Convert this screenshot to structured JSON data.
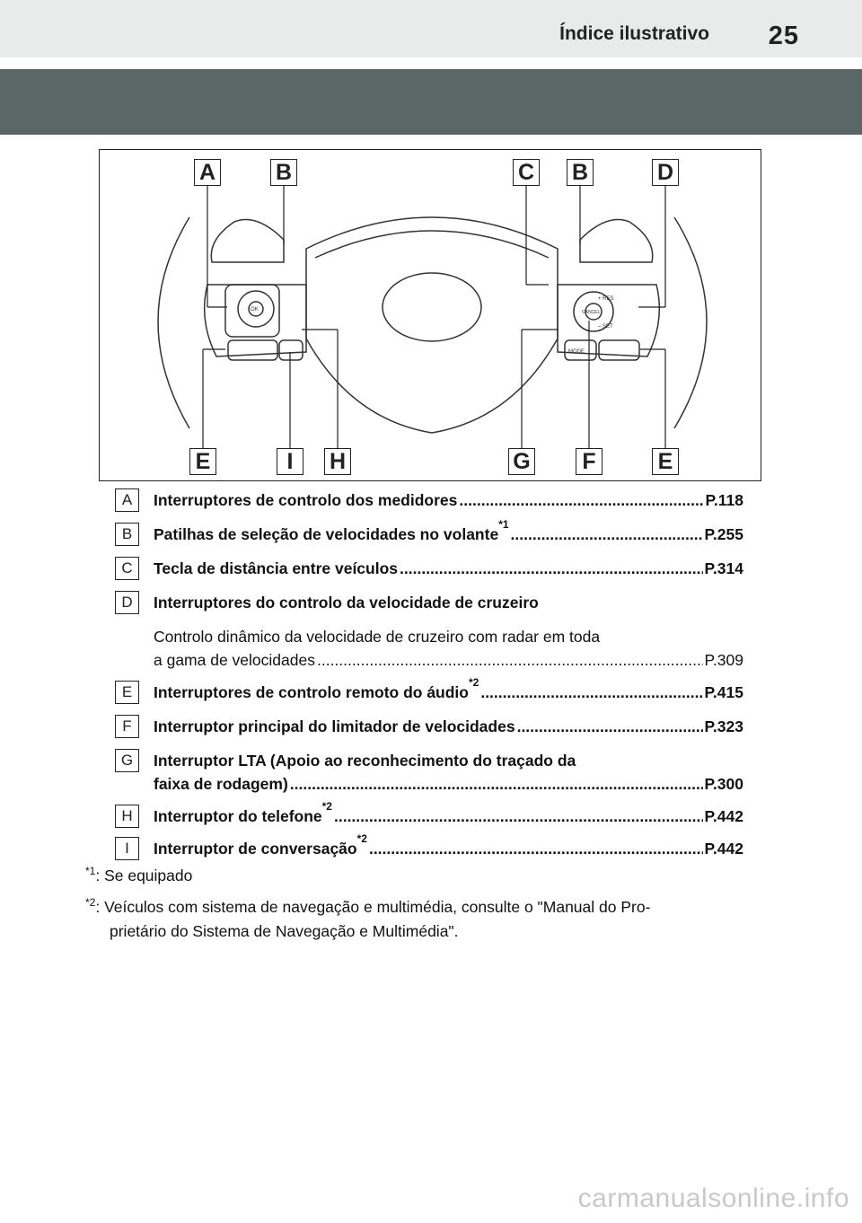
{
  "header": {
    "section_title": "Índice ilustrativo",
    "page_number": "25"
  },
  "figure": {
    "callouts_top": [
      "A",
      "B",
      "C",
      "B",
      "D"
    ],
    "callouts_bottom": [
      "E",
      "I",
      "H",
      "G",
      "F",
      "E"
    ],
    "switch_labels": {
      "ok": "OK",
      "res": "+ RES",
      "set": "– SET",
      "cancel": "CANCEL",
      "mode": "MODE"
    }
  },
  "legend": [
    {
      "letter": "A",
      "text": "Interruptores de controlo dos medidores ",
      "page": "P.118"
    },
    {
      "letter": "B",
      "text": "Patilhas de seleção de velocidades no volante",
      "sup": "*1",
      "page": "P.255"
    },
    {
      "letter": "C",
      "text": "Tecla de distância entre veículos ",
      "page": "P.314"
    },
    {
      "letter": "D",
      "text": "Interruptores do controlo da velocidade de cruzeiro",
      "sub_line1": "Controlo dinâmico da velocidade de cruzeiro com radar em toda",
      "sub_line2": "a gama de velocidades ",
      "sub_page": "P.309"
    },
    {
      "letter": "E",
      "text": "Interruptores de controlo remoto do áudio",
      "sup": "*2",
      "page": "P.415"
    },
    {
      "letter": "F",
      "text": "Interruptor principal do limitador de velocidades ",
      "page": "P.323"
    },
    {
      "letter": "G",
      "text": "Interruptor LTA (Apoio ao reconhecimento do traçado da",
      "text2": "faixa de rodagem) ",
      "page": "P.300"
    },
    {
      "letter": "H",
      "text": "Interruptor do telefone",
      "sup": "*2",
      "page": "P.442"
    },
    {
      "letter": "I",
      "text": "Interruptor de conversação",
      "sup": "*2",
      "page": "P.442"
    }
  ],
  "footnotes": [
    {
      "mark": "*1",
      "text": ": Se equipado"
    },
    {
      "mark": "*2",
      "text": ": Veículos com sistema de navegação e multimédia, consulte o \"Manual do Pro-",
      "text2": "prietário do Sistema de Navegação e Multimédia\"."
    }
  ],
  "watermark": "carmanualsonline.info"
}
